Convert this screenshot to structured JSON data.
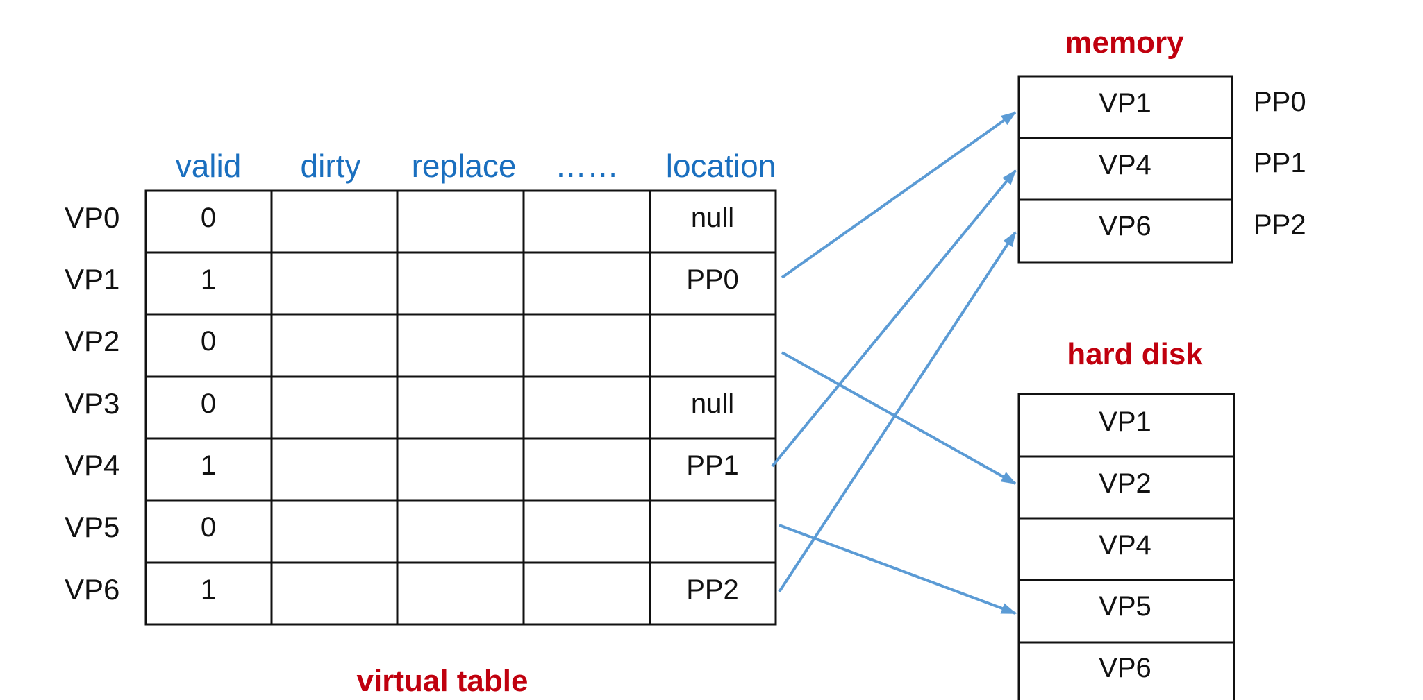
{
  "virtual_table": {
    "title": "virtual table",
    "columns": [
      "valid",
      "dirty",
      "replace",
      "……",
      "location"
    ],
    "rows": [
      {
        "label": "VP0",
        "valid": "0",
        "location": "null"
      },
      {
        "label": "VP1",
        "valid": "1",
        "location": "PP0"
      },
      {
        "label": "VP2",
        "valid": "0",
        "location": ""
      },
      {
        "label": "VP3",
        "valid": "0",
        "location": "null"
      },
      {
        "label": "VP4",
        "valid": "1",
        "location": "PP1"
      },
      {
        "label": "VP5",
        "valid": "0",
        "location": ""
      },
      {
        "label": "VP6",
        "valid": "1",
        "location": "PP2"
      }
    ]
  },
  "memory": {
    "title": "memory",
    "cells": [
      "VP1",
      "VP4",
      "VP6"
    ],
    "frame_labels": [
      "PP0",
      "PP1",
      "PP2"
    ]
  },
  "hard_disk": {
    "title": "hard disk",
    "cells": [
      "VP1",
      "VP2",
      "VP4",
      "VP5",
      "VP6"
    ]
  },
  "arrows": [
    {
      "from": "VP1",
      "to": "memory:PP0"
    },
    {
      "from": "VP2",
      "to": "hard_disk:VP2"
    },
    {
      "from": "VP4",
      "to": "memory:PP1"
    },
    {
      "from": "VP5",
      "to": "hard_disk:VP5"
    },
    {
      "from": "VP6",
      "to": "memory:PP2"
    }
  ],
  "colors": {
    "arrow": "#5b9bd5",
    "header": "#1a6fbf",
    "title": "#c0000e"
  }
}
